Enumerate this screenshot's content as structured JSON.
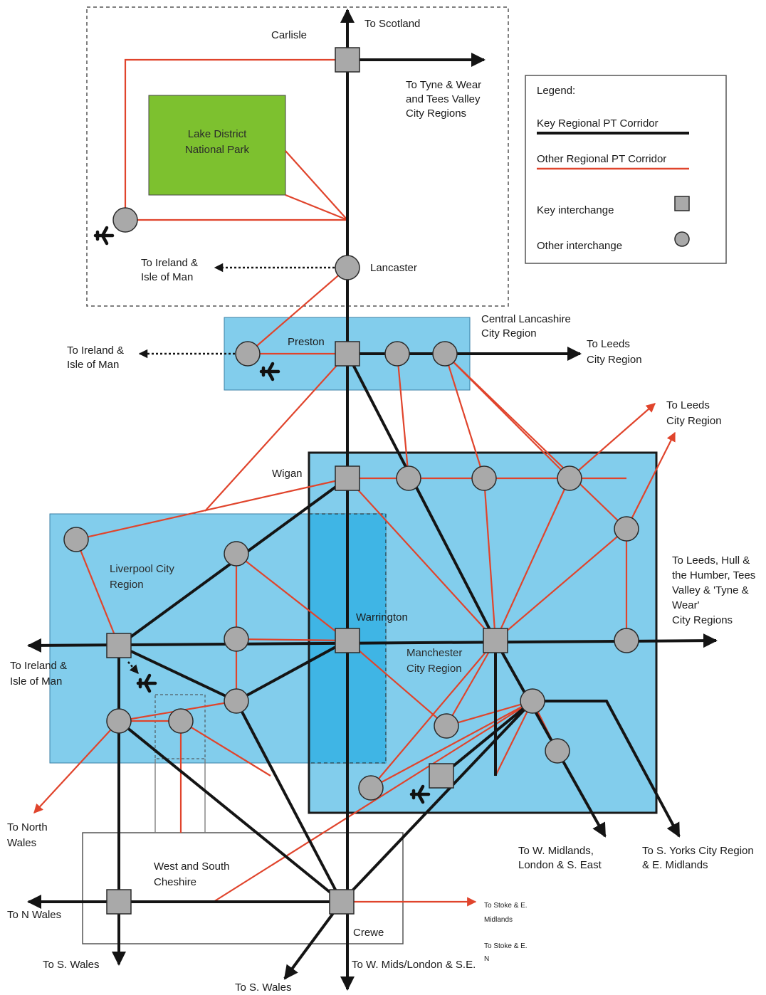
{
  "legend": {
    "title": "Legend:",
    "key_corridor": "Key Regional PT Corridor",
    "other_corridor": "Other Regional PT Corridor",
    "key_interchange": "Key interchange",
    "other_interchange": "Other interchange"
  },
  "regions": {
    "lake_district": "Lake District\nNational Park",
    "central_lancs": "Central Lancashire\nCity Region",
    "liverpool": "Liverpool City\nRegion",
    "manchester": "Manchester\nCity Region",
    "cheshire": "West and South\nCheshire"
  },
  "places": {
    "carlisle": "Carlisle",
    "lancaster": "Lancaster",
    "preston": "Preston",
    "wigan": "Wigan",
    "warrington": "Warrington",
    "crewe": "Crewe"
  },
  "destinations": {
    "scotland": "To Scotland",
    "tyne_wear": "To Tyne & Wear\nand Tees Valley\nCity Regions",
    "ireland_1": "To Ireland &\nIsle of Man",
    "ireland_2": "To Ireland &\nIsle of Man",
    "ireland_3": "To Ireland &\nIsle of Man",
    "leeds_1": "To Leeds\nCity Region",
    "leeds_2": "To Leeds\nCity Region",
    "leeds_hull": "To Leeds, Hull &\nthe Humber, Tees\nValley & 'Tyne &\nWear'\nCity Regions",
    "north_wales": "To North\nWales",
    "n_wales": "To N Wales",
    "s_wales_1": "To S. Wales",
    "s_wales_2": "To S. Wales",
    "w_mids_london": "To W. Midlands,\nLondon & S. East",
    "s_yorks": "To S. Yorks City Region\n& E. Midlands",
    "stoke_1": "To Stoke & E.\nMidlands",
    "stoke_2": "To Stoke & E.\nN",
    "w_mids_2": "To W. Mids/London & S.E."
  },
  "colors": {
    "key_corridor": "#141414",
    "other_corridor": "#e0442c",
    "region_fill": "#82cdec",
    "overlap_fill": "#3fb5e5",
    "national_park": "#7dc12f",
    "node": "#a9a9a9"
  },
  "icons": {
    "airport": "airplane-icon"
  }
}
